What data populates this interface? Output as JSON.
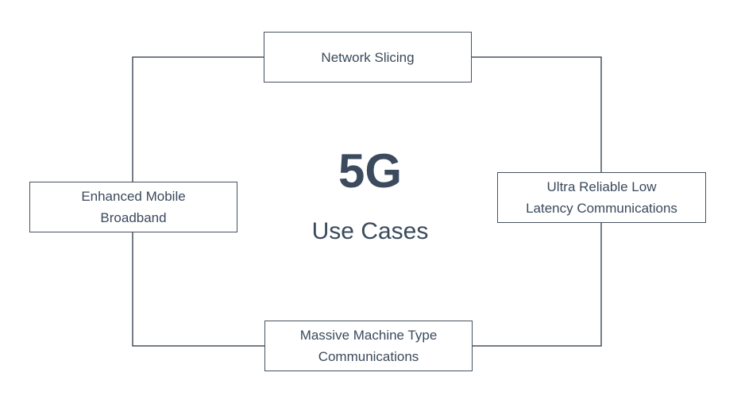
{
  "diagram": {
    "title": "5G",
    "subtitle": "Use Cases",
    "nodes": {
      "top": {
        "line1": "Network Slicing"
      },
      "left": {
        "line1": "Enhanced Mobile",
        "line2": "Broadband"
      },
      "right": {
        "line1": "Ultra Reliable Low",
        "line2": "Latency Communications"
      },
      "bottom": {
        "line1": "Massive Machine Type",
        "line2": "Communications"
      }
    },
    "colors": {
      "line": "#46525f",
      "text": "#3b4a5c",
      "background": "#ffffff"
    }
  }
}
